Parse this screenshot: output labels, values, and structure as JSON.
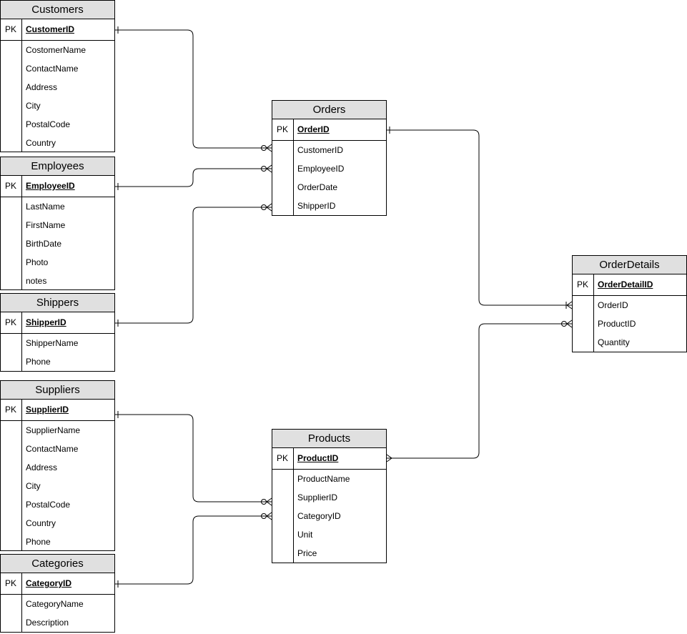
{
  "pk_label": "PK",
  "entities": {
    "customers": {
      "title": "Customers",
      "pk": "CustomerID",
      "fields": [
        "CostomerName",
        "ContactName",
        "Address",
        "City",
        "PostalCode",
        "Country"
      ]
    },
    "employees": {
      "title": "Employees",
      "pk": "EmployeeID",
      "fields": [
        "LastName",
        "FirstName",
        "BirthDate",
        "Photo",
        "notes"
      ]
    },
    "shippers": {
      "title": "Shippers",
      "pk": "ShipperID",
      "fields": [
        "ShipperName",
        "Phone"
      ]
    },
    "suppliers": {
      "title": "Suppliers",
      "pk": "SupplierID",
      "fields": [
        "SupplierName",
        "ContactName",
        "Address",
        "City",
        "PostalCode",
        "Country",
        "Phone"
      ]
    },
    "categories": {
      "title": "Categories",
      "pk": "CategoryID",
      "fields": [
        "CategoryName",
        "Description"
      ]
    },
    "orders": {
      "title": "Orders",
      "pk": "OrderID",
      "fields": [
        "CustomerID",
        "EmployeeID",
        "OrderDate",
        "ShipperID"
      ]
    },
    "orderdetails": {
      "title": "OrderDetails",
      "pk": "OrderDetailID",
      "fields": [
        "OrderID",
        "ProductID",
        "Quantity"
      ]
    },
    "products": {
      "title": "Products",
      "pk": "ProductID",
      "fields": [
        "ProductName",
        "SupplierID",
        "CategoryID",
        "Unit",
        "Price"
      ]
    }
  },
  "relationships": [
    {
      "from": "customers.CustomerID",
      "to": "orders.CustomerID",
      "from_end": "one",
      "to_end": "zero-or-many"
    },
    {
      "from": "employees.EmployeeID",
      "to": "orders.EmployeeID",
      "from_end": "one",
      "to_end": "zero-or-many"
    },
    {
      "from": "shippers.ShipperID",
      "to": "orders.ShipperID",
      "from_end": "one",
      "to_end": "zero-or-many"
    },
    {
      "from": "orders.OrderID",
      "to": "orderdetails.OrderID",
      "from_end": "one",
      "to_end": "one-or-many"
    },
    {
      "from": "products.ProductID",
      "to": "orderdetails.ProductID",
      "from_end": "many",
      "to_end": "zero-or-many"
    },
    {
      "from": "suppliers.SupplierID",
      "to": "products.SupplierID",
      "from_end": "one",
      "to_end": "zero-or-many"
    },
    {
      "from": "categories.CategoryID",
      "to": "products.CategoryID",
      "from_end": "one",
      "to_end": "zero-or-many"
    }
  ]
}
